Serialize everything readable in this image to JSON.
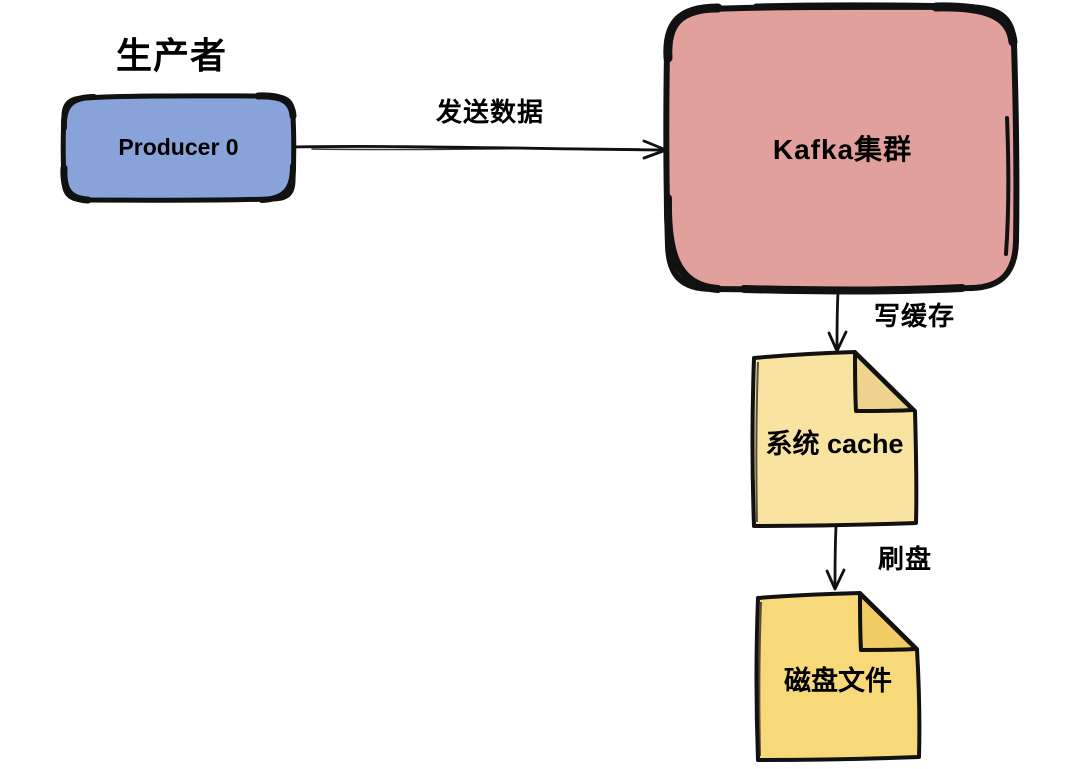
{
  "canvas": {
    "background": "#ffffff",
    "stroke_color": "#111111",
    "text_color": "#000000"
  },
  "diagram": {
    "group_title": "生产者",
    "nodes": [
      {
        "id": "producer-0",
        "label": "Producer 0",
        "shape": "rounded-rectangle",
        "fill": "#87A3DA"
      },
      {
        "id": "kafka-cluster",
        "label": "Kafka集群",
        "shape": "rounded-rectangle",
        "fill": "#E2A09D"
      },
      {
        "id": "system-cache",
        "label": "系统 cache",
        "shape": "note",
        "fill": "#F8E3A0",
        "fold_fill": "#EDD38D"
      },
      {
        "id": "disk-file",
        "label": "磁盘文件",
        "shape": "note",
        "fill": "#F8D97A",
        "fold_fill": "#F1CC64"
      }
    ],
    "edges": [
      {
        "from": "producer-0",
        "to": "kafka-cluster",
        "label": "发送数据"
      },
      {
        "from": "kafka-cluster",
        "to": "system-cache",
        "label": "写缓存"
      },
      {
        "from": "system-cache",
        "to": "disk-file",
        "label": "刷盘"
      }
    ]
  }
}
